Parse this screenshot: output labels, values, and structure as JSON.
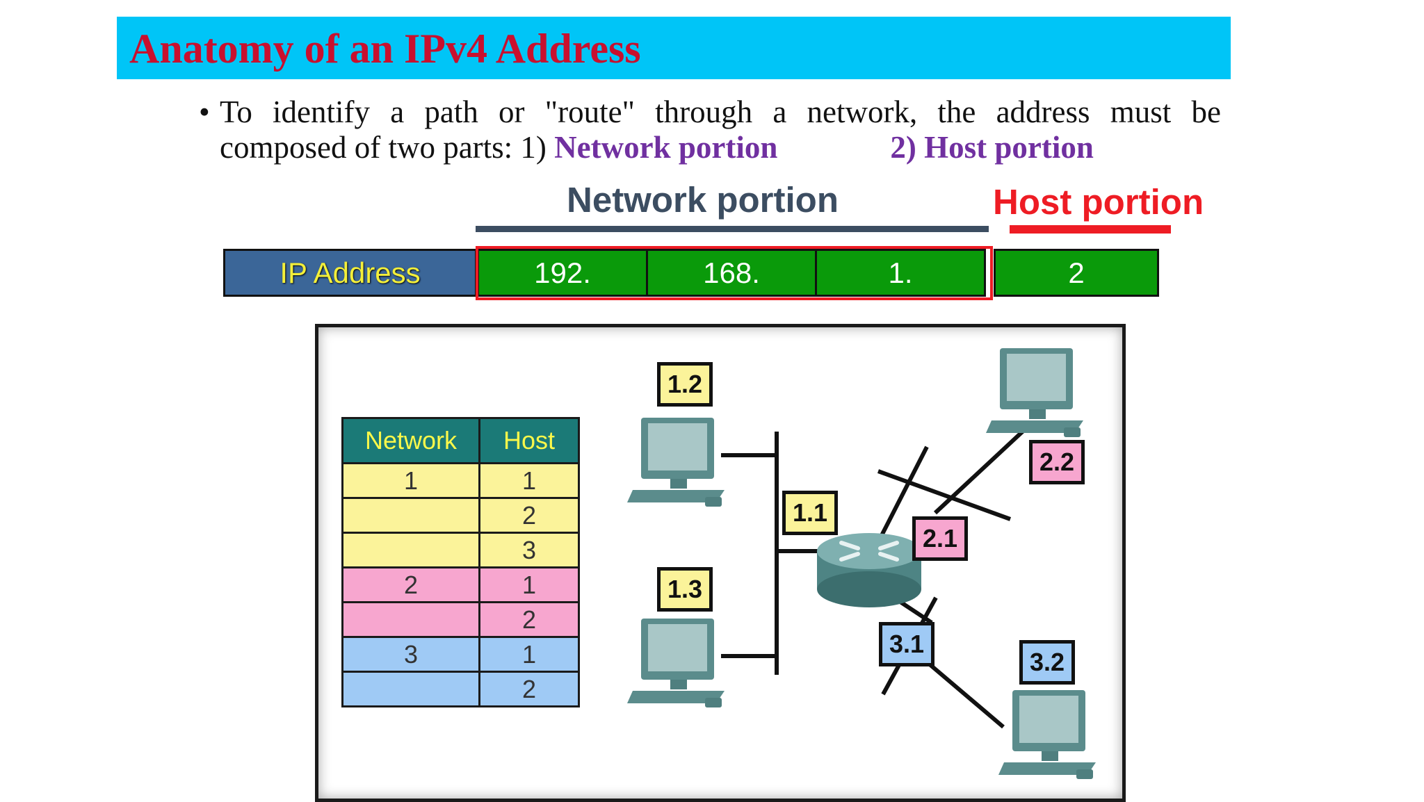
{
  "title": "Anatomy of an IPv4 Address",
  "bullet": {
    "line1_words": [
      "To",
      "identify",
      "a",
      "path",
      "or",
      "\"route\"",
      "through",
      "a",
      "network,",
      "the",
      "address",
      "must",
      "be"
    ],
    "line2_prefix": "composed of two parts:  1) ",
    "network_portion": "Network portion",
    "host_portion": "2) Host portion"
  },
  "ip_header": {
    "network_portion_label": "Network portion",
    "host_portion_label": "Host portion"
  },
  "ip_row": {
    "label": "IP Address",
    "octets": [
      "192.",
      "168.",
      "1.",
      "2"
    ]
  },
  "table": {
    "headers": [
      "Network",
      "Host"
    ],
    "rows": [
      {
        "network": "1",
        "host": "1",
        "color": "yellow"
      },
      {
        "network": "",
        "host": "2",
        "color": "yellow"
      },
      {
        "network": "",
        "host": "3",
        "color": "yellow"
      },
      {
        "network": "2",
        "host": "1",
        "color": "pink"
      },
      {
        "network": "",
        "host": "2",
        "color": "pink"
      },
      {
        "network": "3",
        "host": "1",
        "color": "blue"
      },
      {
        "network": "",
        "host": "2",
        "color": "blue"
      }
    ]
  },
  "node_labels": {
    "host_1_2": "1.2",
    "host_1_3": "1.3",
    "router_1_1": "1.1",
    "router_2_1": "2.1",
    "router_3_1": "3.1",
    "host_2_2": "2.2",
    "host_3_2": "3.2"
  },
  "colors": {
    "title_bar": "#00c5f7",
    "title_text": "#c8102e",
    "purple": "#7030a0",
    "network_label": "#3c4d61",
    "host_label": "#ee1c24",
    "octet_green": "#0a9a0a",
    "ip_label_bg": "#3b6698",
    "yellow": "#fbf39a",
    "pink": "#f7a6cf",
    "blue": "#9fcaf5",
    "table_header": "#1b7a77"
  }
}
